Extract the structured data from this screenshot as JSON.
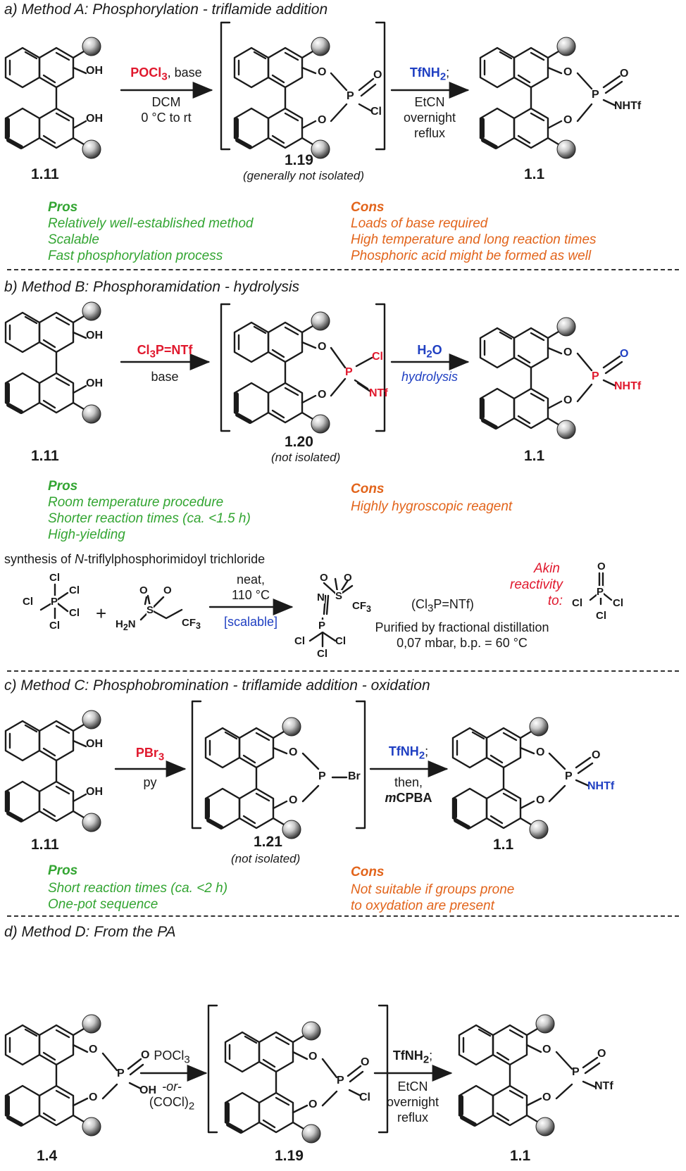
{
  "sections": {
    "a": {
      "title": "a) Method A: Phosphorylation - triflamide addition",
      "reagent1": "POCl",
      "reagent1_sub": "3",
      "reagent1_rest": ", base",
      "cond1_line1": "DCM",
      "cond1_line2": "0 °C to rt",
      "reagent2": "TfNH",
      "reagent2_sub": "2",
      "reagent2_rest": ";",
      "cond2_line1": "EtCN",
      "cond2_line2": "overnight",
      "cond2_line3": "reflux",
      "sm": "1.11",
      "int": "1.19",
      "int_note": "(generally not isolated)",
      "prod": "1.1",
      "pros_title": "Pros",
      "pros": [
        "Relatively well-established method",
        "Scalable",
        "Fast phosphorylation process"
      ],
      "cons_title": "Cons",
      "cons": [
        "Loads of base required",
        "High temperature and long reaction times",
        "Phosphoric acid might be formed as well"
      ]
    },
    "b": {
      "title": "b) Method B: Phosphoramidation - hydrolysis",
      "reagent1_a": "Cl",
      "reagent1_sub": "3",
      "reagent1_b": "P=NTf",
      "cond1": "base",
      "reagent2_a": "H",
      "reagent2_sub": "2",
      "reagent2_b": "O",
      "cond2": "hydrolysis",
      "sm": "1.11",
      "int": "1.20",
      "int_note": "(not isolated)",
      "prod": "1.1",
      "pros_title": "Pros",
      "pros": [
        "Room temperature procedure",
        "Shorter reaction times (ca. <1.5 h)",
        "High-yielding"
      ],
      "cons_title": "Cons",
      "cons": [
        "Highly hygroscopic reagent"
      ],
      "synth_title_a": "synthesis of ",
      "synth_title_n": "N",
      "synth_title_b": "-triflylphosphorimidoyl trichloride",
      "plus": "+",
      "synth_cond1": "neat,",
      "synth_cond2": "110 °C",
      "synth_cond3": "[scalable]",
      "synth_abbrev": "(Cl3P=NTf)",
      "akin_1": "Akin",
      "akin_2": "reactivity",
      "akin_3": "to:",
      "purif_1": "Purified by fractional distillation",
      "purif_2": "0,07 mbar, b.p. = 60 °C"
    },
    "c": {
      "title": "c) Method C: Phosphobromination - triflamide addition - oxidation",
      "reagent1": "PBr",
      "reagent1_sub": "3",
      "cond1": "py",
      "reagent2": "TfNH",
      "reagent2_sub": "2",
      "reagent2_rest": ";",
      "cond2_line1": "then,",
      "cond2_line2_i": "m",
      "cond2_line2": "CPBA",
      "sm": "1.11",
      "int": "1.21",
      "int_note": "(not isolated)",
      "prod": "1.1",
      "pros_title": "Pros",
      "pros": [
        "Short reaction times (ca. <2 h)",
        "One-pot sequence"
      ],
      "cons_title": "Cons",
      "cons": [
        "Not suitable if groups prone",
        "to oxydation are present"
      ]
    },
    "d": {
      "title": "d) Method D: From the PA",
      "reagent1": "POCl",
      "reagent1_sub": "3",
      "reagent1_or": "-or-",
      "reagent1_alt": "(COCl)",
      "reagent1_alt_sub": "2",
      "reagent2": "TfNH",
      "reagent2_sub": "2",
      "reagent2_rest": ";",
      "cond2_line1": "EtCN",
      "cond2_line2": "overnight",
      "cond2_line3": "reflux",
      "sm": "1.4",
      "int": "1.19",
      "prod": "1.1"
    }
  },
  "atoms": {
    "OH": "OH",
    "O": "O",
    "P": "P",
    "Cl": "Cl",
    "Br": "Br",
    "NTf": "NTf",
    "N": "N",
    "S": "S",
    "CF3": "CF",
    "CF3_sub": "3",
    "H2N": "H",
    "H2N_sub": "2",
    "H2N_N": "N"
  },
  "colors": {
    "pros": "#33a532",
    "cons": "#e2641b",
    "red": "#e0182d",
    "blue": "#1f3fc2"
  }
}
